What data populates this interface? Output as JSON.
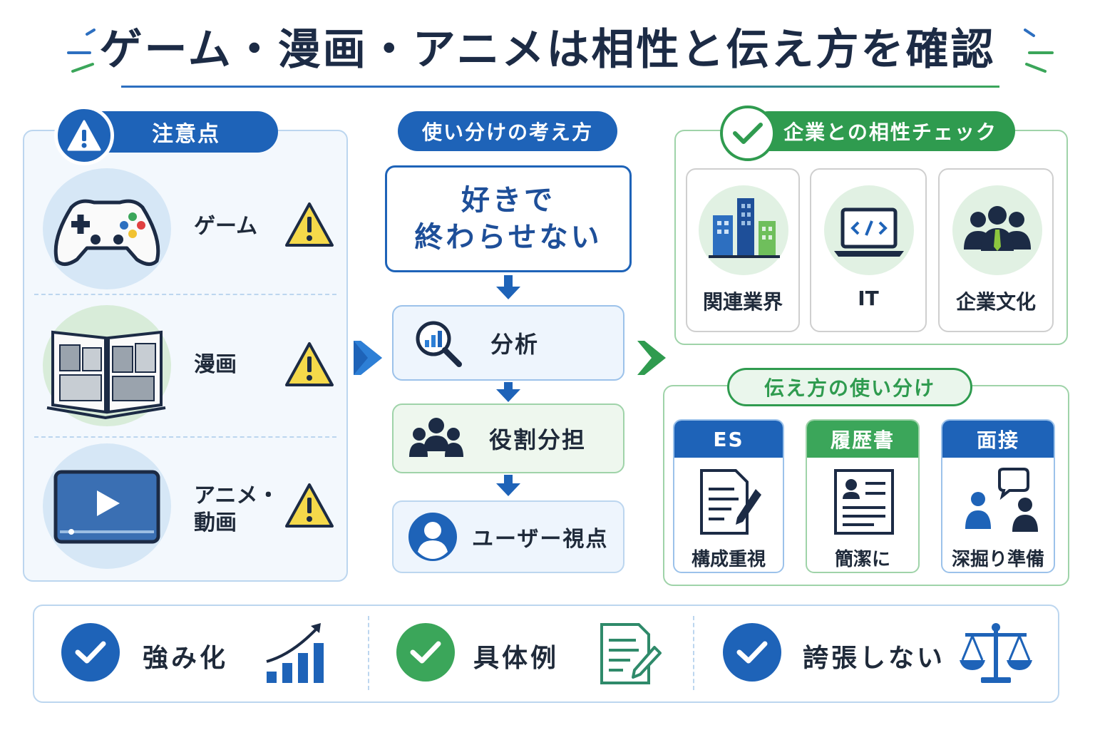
{
  "title": "ゲーム・漫画・アニメは相性と伝え方を確認",
  "left": {
    "header": "注意点",
    "items": [
      {
        "label": "ゲーム",
        "icon": "game-controller-icon"
      },
      {
        "label": "漫画",
        "icon": "manga-book-icon"
      },
      {
        "label_line1": "アニメ・",
        "label_line2": "動画",
        "icon": "video-player-icon"
      }
    ]
  },
  "middle": {
    "header": "使い分けの考え方",
    "main_line1": "好きで",
    "main_line2": "終わらせない",
    "steps": [
      {
        "label": "分析",
        "icon": "magnifier-chart-icon"
      },
      {
        "label": "役割分担",
        "icon": "team-icon"
      },
      {
        "label": "ユーザー視点",
        "icon": "user-icon"
      }
    ]
  },
  "company": {
    "header": "企業との相性チェック",
    "cards": [
      {
        "label": "関連業界",
        "icon": "buildings-icon"
      },
      {
        "label": "IT",
        "icon": "laptop-code-icon"
      },
      {
        "label": "企業文化",
        "icon": "people-group-icon"
      }
    ]
  },
  "delivery": {
    "header": "伝え方の使い分け",
    "cards": [
      {
        "title": "ES",
        "label": "構成重視",
        "icon": "document-pen-icon"
      },
      {
        "title": "履歴書",
        "label": "簡潔に",
        "icon": "resume-icon"
      },
      {
        "title": "面接",
        "label": "深掘り準備",
        "icon": "interview-icon"
      }
    ]
  },
  "bottom": [
    {
      "label": "強み化",
      "icon": "growth-chart-icon"
    },
    {
      "label": "具体例",
      "icon": "edit-document-icon"
    },
    {
      "label": "誇張しない",
      "icon": "scale-icon"
    }
  ],
  "colors": {
    "blue": "#1e63b8",
    "green": "#2f9b4f",
    "navy": "#1c2b45",
    "warning": "#f5d94a"
  }
}
